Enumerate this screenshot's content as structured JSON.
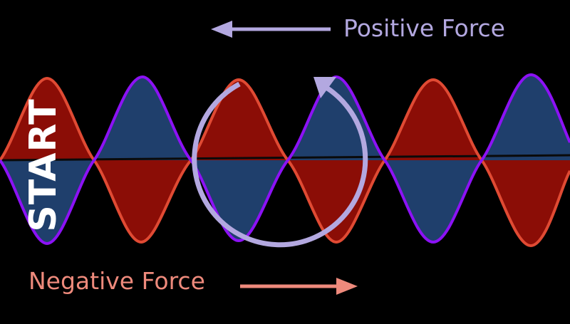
{
  "labels": {
    "positive_force": "Positive Force",
    "negative_force": "Negative Force",
    "start": "START"
  },
  "colors": {
    "background": "#000000",
    "positive_accent": "#b3a8e0",
    "negative_accent": "#ee8a7c",
    "red_fill": "#8b0d06",
    "red_stroke": "#e04a33",
    "blue_fill": "#1f3f6c",
    "purple_stroke": "#8c12f5",
    "start_text": "#ffffff"
  }
}
